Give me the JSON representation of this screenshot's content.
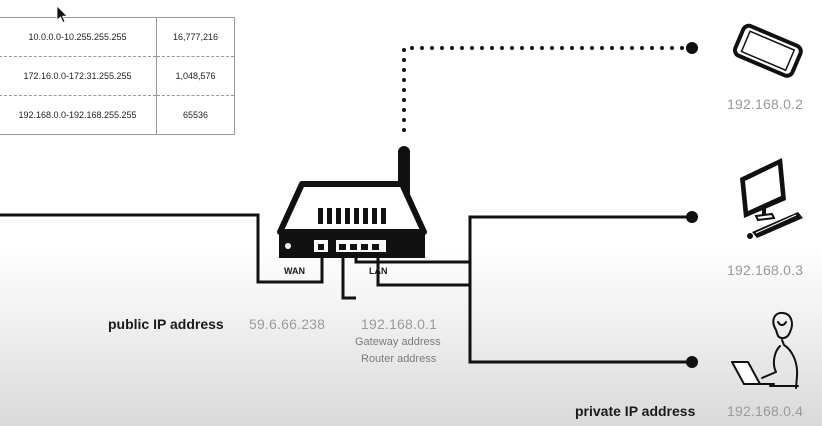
{
  "ip_ranges": {
    "rows": [
      {
        "range": "10.0.0.0-10.255.255.255",
        "count": "16,777,216"
      },
      {
        "range": "172.16.0.0-172.31.255.255",
        "count": "1,048,576"
      },
      {
        "range": "192.168.0.0-192.168.255.255",
        "count": "65536"
      }
    ]
  },
  "router": {
    "wan_label": "WAN",
    "lan_label": "LAN",
    "public_ip_label": "public IP address",
    "public_ip": "59.6.66.238",
    "gateway_ip": "192.168.0.1",
    "gateway_line1": "Gateway address",
    "gateway_line2": "Router address"
  },
  "devices": [
    {
      "name": "smartphone",
      "ip": "192.168.0.2"
    },
    {
      "name": "desktop",
      "ip": "192.168.0.3"
    },
    {
      "name": "laptop-user",
      "ip": "192.168.0.4"
    }
  ],
  "private_ip_label": "private IP address",
  "colors": {
    "line": "#111111",
    "muted_text": "#9a9a9a"
  }
}
